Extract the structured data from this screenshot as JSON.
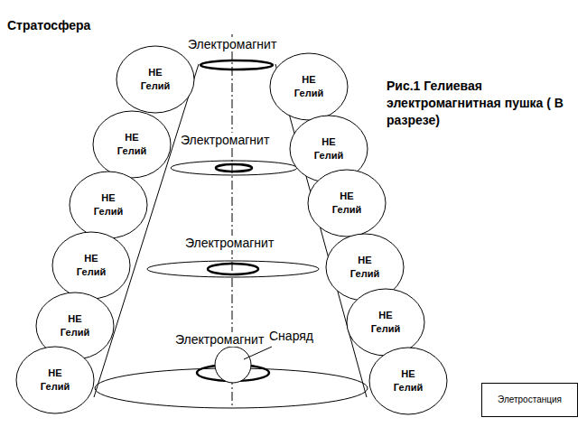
{
  "diagram": {
    "caption": "Рис.1 Гелиевая электромагнитная пушка ( В разрезе)",
    "nodes": [
      {
        "text": [
          "НЕ Гелий"
        ]
      },
      {
        "text": [
          "НЕ Гелий"
        ]
      },
      {
        "text": [
          "НЕ Гелий"
        ]
      },
      {
        "text": [
          "НЕ Гелий"
        ]
      },
      {
        "text": [
          "НЕ Гелий"
        ]
      },
      {
        "text": [
          "НЕ Гелий"
        ]
      },
      {
        "text": [
          "НЕ Гелий"
        ]
      },
      {
        "text": [
          "НЕ Гелий"
        ]
      },
      {
        "text": [
          "НЕ Гелий"
        ]
      },
      {
        "text": [
          "НЕ Гелий"
        ]
      },
      {
        "text": [
          "НЕ Гелий"
        ]
      },
      {
        "text": [
          "НЕ Гелий"
        ]
      },
      {
        "text": [
          "Элетростанция"
        ]
      }
    ],
    "labels": [
      "Стратосфера",
      "Электромагнит",
      "Электромагнит",
      "Электромагнит",
      "Электромагнит",
      "Снаряд"
    ]
  }
}
